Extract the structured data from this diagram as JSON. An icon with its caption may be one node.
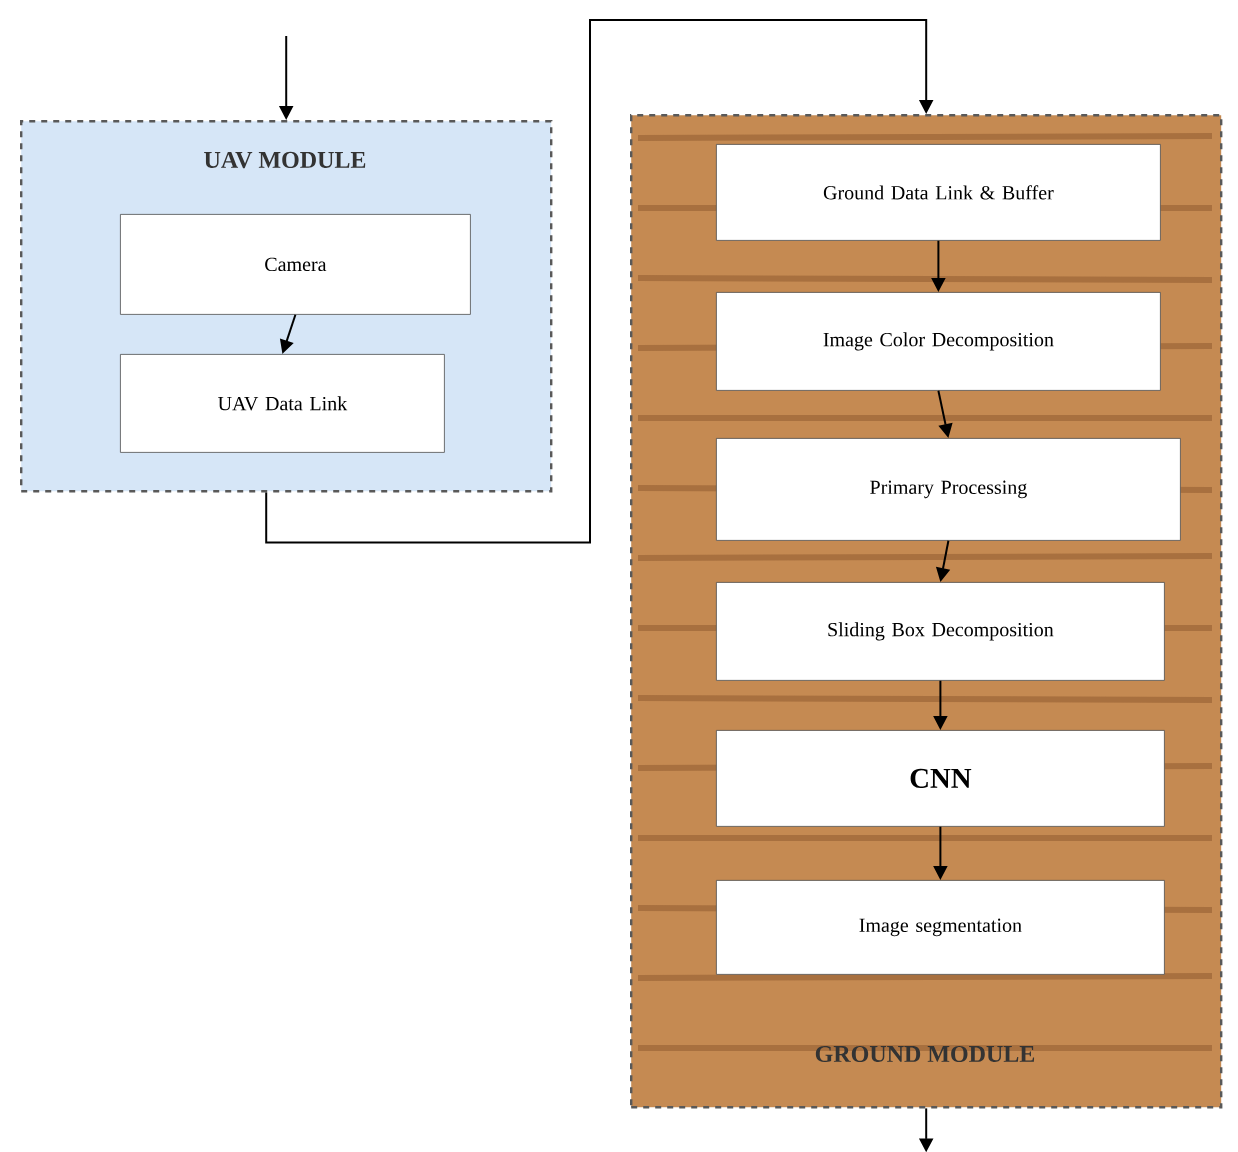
{
  "diagram": {
    "nodes": [
      {
        "text": [
          "UAV MODULE"
        ]
      },
      {
        "text": [
          "Camera"
        ],
        "in": 0
      },
      {
        "text": [
          "UAV Data Link"
        ],
        "in": 0
      },
      {
        "text": [
          "GROUND MODULE"
        ]
      },
      {
        "text": [
          "Ground Data Link & Buffer"
        ],
        "in": 3
      },
      {
        "text": [
          "Image Color Decomposition"
        ],
        "in": 3
      },
      {
        "text": [
          "Primary Processing"
        ],
        "in": 3
      },
      {
        "text": [
          "Sliding Box Decomposition"
        ],
        "in": 3
      },
      {
        "text": [
          "CNN"
        ],
        "in": 3
      },
      {
        "text": [
          "Image segmentation"
        ],
        "in": 3
      }
    ],
    "edges": [
      {
        "from": null,
        "to": 0,
        "arrow": "to"
      },
      {
        "from": 1,
        "to": 2,
        "arrow": "to"
      },
      {
        "from": 0,
        "to": 3,
        "arrow": "to"
      },
      {
        "from": 4,
        "to": 5,
        "arrow": "to"
      },
      {
        "from": 5,
        "to": 6,
        "arrow": "to"
      },
      {
        "from": 6,
        "to": 7,
        "arrow": "to"
      },
      {
        "from": 7,
        "to": 8,
        "arrow": "to"
      },
      {
        "from": 8,
        "to": 9,
        "arrow": "to"
      },
      {
        "from": 3,
        "to": null,
        "arrow": "to"
      }
    ]
  }
}
